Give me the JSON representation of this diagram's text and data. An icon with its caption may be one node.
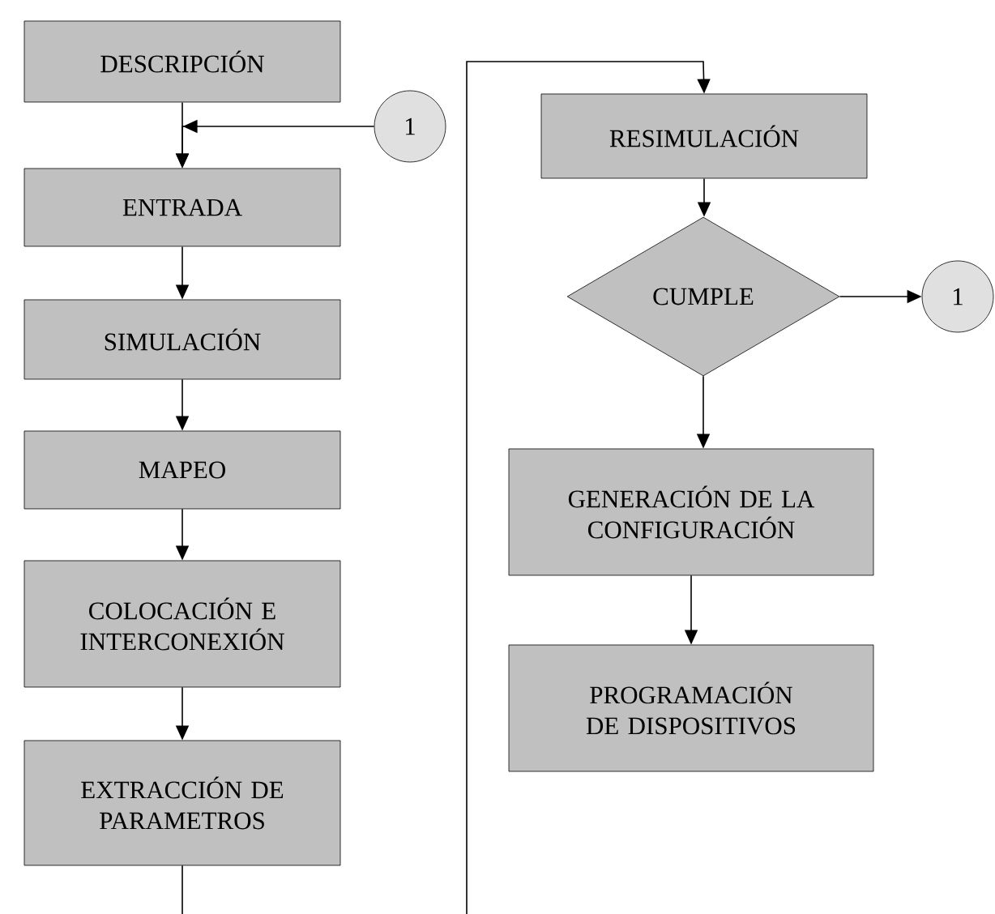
{
  "diagram": {
    "nodes": [
      {
        "text": [
          "DESCRIPCIÓN"
        ]
      },
      {
        "text": [
          "1"
        ]
      },
      {
        "text": [
          "ENTRADA"
        ]
      },
      {
        "text": [
          "SIMULACIÓN"
        ]
      },
      {
        "text": [
          "MAPEO"
        ]
      },
      {
        "text": [
          "COLOCACIÓN E INTERCONEXIÓN"
        ]
      },
      {
        "text": [
          "EXTRACCIÓN DE PARAMETROS"
        ]
      },
      {
        "text": [
          "RESIMULACIÓN"
        ]
      },
      {
        "text": [
          "CUMPLE"
        ]
      },
      {
        "text": [
          "1"
        ]
      },
      {
        "text": [
          "GENERACIÓN DE LA CONFIGURACIÓN"
        ]
      },
      {
        "text": [
          "PROGRAMACIÓN DE DISPOSITIVOS"
        ]
      }
    ],
    "edges": [
      {
        "from": 0,
        "to": 2,
        "arrow": "to"
      },
      {
        "from": 1,
        "to": 2,
        "arrow": "to"
      },
      {
        "from": 2,
        "to": 3,
        "arrow": "to"
      },
      {
        "from": 3,
        "to": 4,
        "arrow": "to"
      },
      {
        "from": 4,
        "to": 5,
        "arrow": "to"
      },
      {
        "from": 5,
        "to": 6,
        "arrow": "to"
      },
      {
        "from": 6,
        "to": null,
        "arrow": "none"
      },
      {
        "from": null,
        "to": 7,
        "arrow": "to"
      },
      {
        "from": 7,
        "to": 8,
        "arrow": "to"
      },
      {
        "from": 8,
        "to": 9,
        "arrow": "to"
      },
      {
        "from": 8,
        "to": 10,
        "arrow": "to"
      },
      {
        "from": 10,
        "to": 11,
        "arrow": "to"
      }
    ]
  }
}
